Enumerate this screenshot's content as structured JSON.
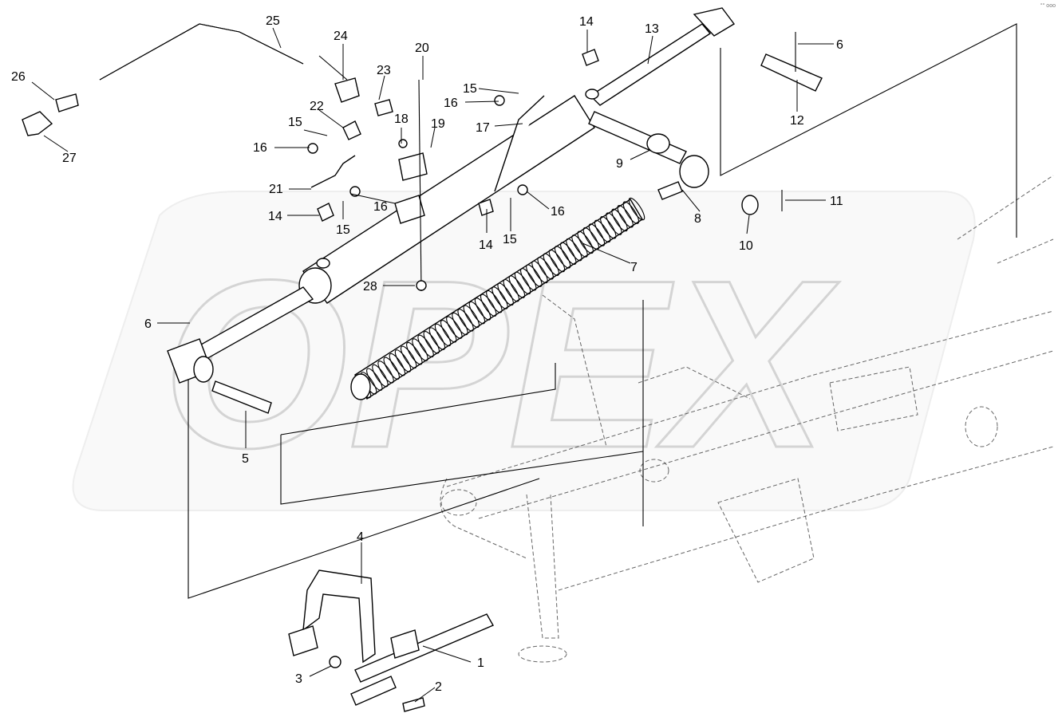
{
  "watermark": {
    "text": "OPEX"
  },
  "corner_mark": "°° ooo",
  "callouts": [
    {
      "id": "c1",
      "label": "1"
    },
    {
      "id": "c2",
      "label": "2"
    },
    {
      "id": "c3",
      "label": "3"
    },
    {
      "id": "c4",
      "label": "4"
    },
    {
      "id": "c5",
      "label": "5"
    },
    {
      "id": "c6a",
      "label": "6"
    },
    {
      "id": "c6b",
      "label": "6"
    },
    {
      "id": "c7",
      "label": "7"
    },
    {
      "id": "c8",
      "label": "8"
    },
    {
      "id": "c9",
      "label": "9"
    },
    {
      "id": "c10",
      "label": "10"
    },
    {
      "id": "c11",
      "label": "11"
    },
    {
      "id": "c12",
      "label": "12"
    },
    {
      "id": "c13",
      "label": "13"
    },
    {
      "id": "c14a",
      "label": "14"
    },
    {
      "id": "c14b",
      "label": "14"
    },
    {
      "id": "c14c",
      "label": "14"
    },
    {
      "id": "c15a",
      "label": "15"
    },
    {
      "id": "c15b",
      "label": "15"
    },
    {
      "id": "c15c",
      "label": "15"
    },
    {
      "id": "c15d",
      "label": "15"
    },
    {
      "id": "c16a",
      "label": "16"
    },
    {
      "id": "c16b",
      "label": "16"
    },
    {
      "id": "c16c",
      "label": "16"
    },
    {
      "id": "c16d",
      "label": "16"
    },
    {
      "id": "c17",
      "label": "17"
    },
    {
      "id": "c18",
      "label": "18"
    },
    {
      "id": "c19",
      "label": "19"
    },
    {
      "id": "c20",
      "label": "20"
    },
    {
      "id": "c21",
      "label": "21"
    },
    {
      "id": "c22",
      "label": "22"
    },
    {
      "id": "c23",
      "label": "23"
    },
    {
      "id": "c24",
      "label": "24"
    },
    {
      "id": "c25",
      "label": "25"
    },
    {
      "id": "c26",
      "label": "26"
    },
    {
      "id": "c27",
      "label": "27"
    },
    {
      "id": "c28",
      "label": "28"
    }
  ]
}
